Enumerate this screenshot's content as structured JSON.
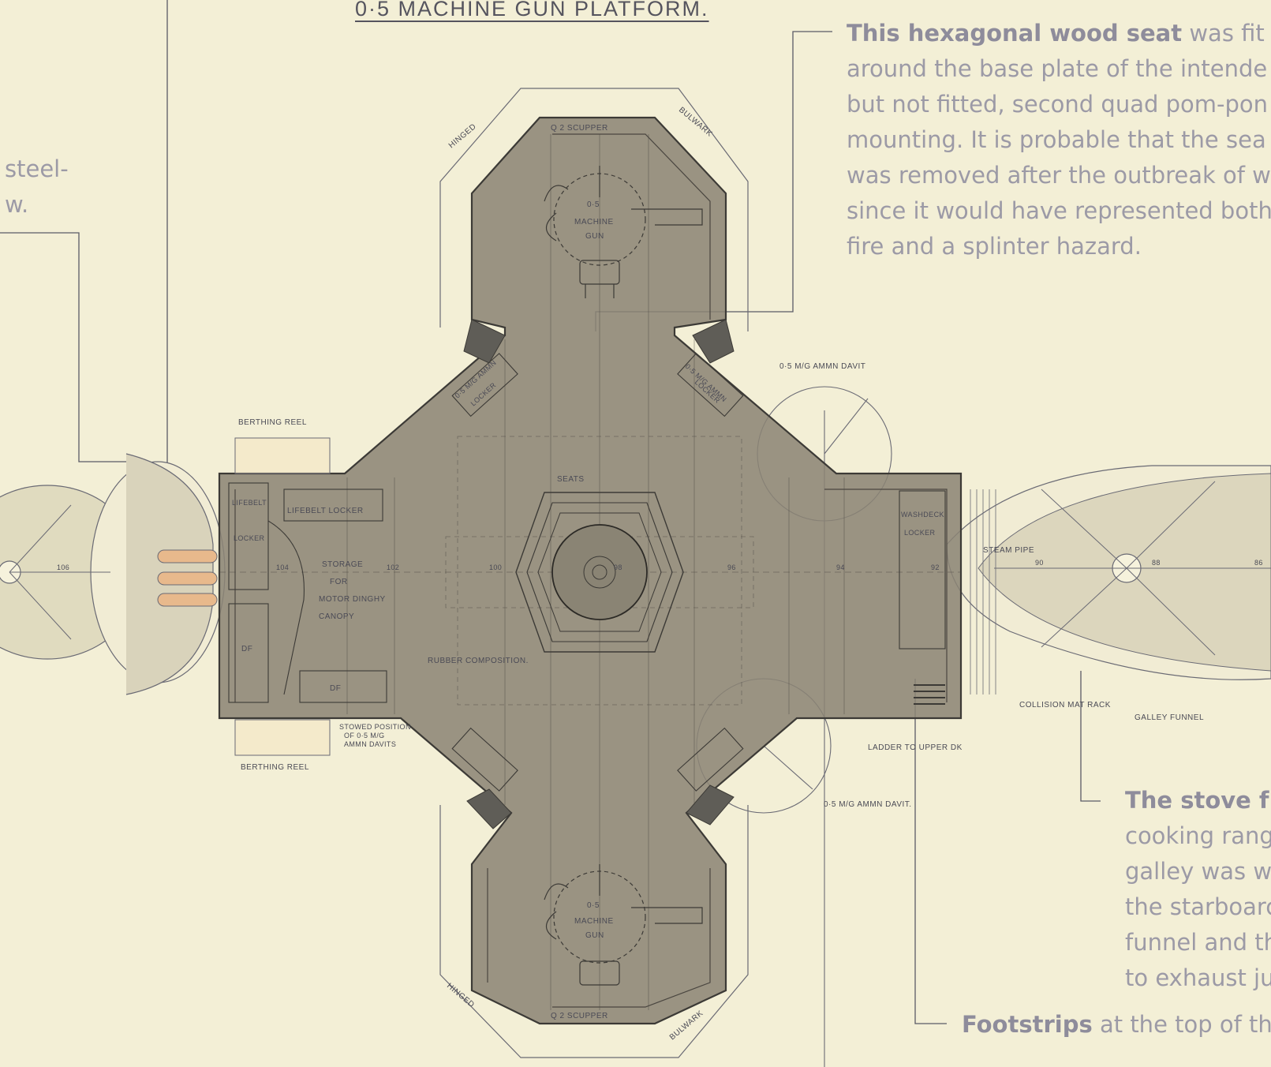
{
  "diagram": {
    "title": "0·5 MACHINE GUN PLATFORM.",
    "labels": {
      "hinged_top": "HINGED",
      "scupper_top": "Q 2 SCUPPER",
      "bulwark_top": "BULWARK",
      "mg_top": [
        "0·5",
        "MACHINE",
        "GUN"
      ],
      "ammn_locker_left": [
        "0·5 M/G AMMN",
        "LOCKER"
      ],
      "ammn_locker_right": [
        "0·5 M/G AMMN",
        "LOCKER"
      ],
      "ammn_davit_top": "0·5 M/G AMMN DAVIT",
      "berthing_reel_top": "BERTHING REEL",
      "berthing_reel_bottom": "BERTHING REEL",
      "lifebelt_locker": "LIFEBELT LOCKER",
      "lifebelt_small": "LIFEBELT",
      "locker": "LOCKER",
      "storage": [
        "STORAGE",
        "FOR",
        "MOTOR DINGHY",
        "CANOPY"
      ],
      "seats": "SEATS",
      "rubber": "RUBBER COMPOSITION.",
      "washdeck": [
        "WASHDECK",
        "LOCKER"
      ],
      "steam_pipe": "STEAM PIPE",
      "collision_mat": "COLLISION MAT RACK",
      "galley_funnel": "GALLEY FUNNEL",
      "ladder": "LADDER TO UPPER DK",
      "ammn_davit_bottom": "0·5 M/G AMMN DAVIT.",
      "stowed": [
        "STOWED POSITION",
        "OF 0·5 M/G",
        "AMMN DAVITS"
      ],
      "df": "DF",
      "mg_bottom": [
        "0·5",
        "MACHINE",
        "GUN"
      ],
      "hinged_bottom": "HINGED",
      "scupper_bottom": "Q 2 SCUPPER",
      "bulwark_bottom": "BULWARK",
      "frames": [
        "106",
        "104",
        "102",
        "100",
        "98",
        "96",
        "94",
        "92",
        "90",
        "88",
        "86"
      ]
    }
  },
  "annotations": {
    "left_fragment": [
      "steel-",
      "w."
    ],
    "hexagonal": {
      "bold": "This hexagonal wood seat",
      "lines": [
        " was fit",
        "around the base plate of the intende",
        "but not fitted, second quad pom-pon",
        "mounting. It is probable that the sea",
        "was removed after the outbreak of w",
        "since it would have represented both",
        "fire and a splinter hazard."
      ]
    },
    "stove": {
      "bold": "The stove f",
      "lines": [
        "cooking rang",
        "galley was w",
        "the starboarc",
        "funnel and th",
        "to exhaust ju"
      ]
    },
    "footstrips": {
      "bold": "Footstrips",
      "rest": " at the top of th"
    }
  },
  "colors": {
    "paper": "#f3efd6",
    "platform": "#8a8474",
    "line": "#4a4a55",
    "annotation": "#9c9aa6",
    "accent": "#e8b98c"
  }
}
